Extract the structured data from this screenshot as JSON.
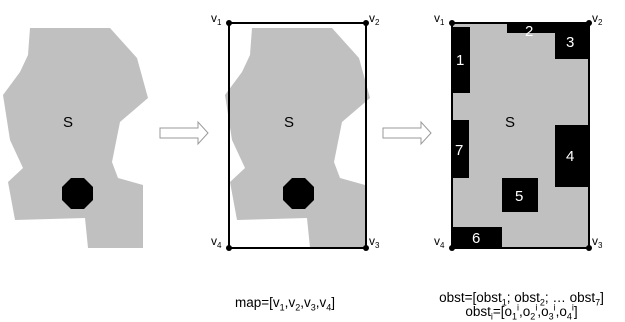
{
  "panels": {
    "left": {
      "region_label": "S"
    },
    "middle": {
      "region_label": "S",
      "vertices": {
        "v1": {
          "base": "v",
          "sub": "1"
        },
        "v2": {
          "base": "v",
          "sub": "2"
        },
        "v3": {
          "base": "v",
          "sub": "3"
        },
        "v4": {
          "base": "v",
          "sub": "4"
        }
      }
    },
    "right": {
      "region_label": "S",
      "vertices": {
        "v1": {
          "base": "v",
          "sub": "1"
        },
        "v2": {
          "base": "v",
          "sub": "2"
        },
        "v3": {
          "base": "v",
          "sub": "3"
        },
        "v4": {
          "base": "v",
          "sub": "4"
        }
      },
      "obstacles": [
        "1",
        "2",
        "3",
        "4",
        "5",
        "6",
        "7"
      ]
    }
  },
  "captions": {
    "map": {
      "prefix": "map=[",
      "items": [
        {
          "base": "v",
          "sub": "1",
          "sep": ","
        },
        {
          "base": "v",
          "sub": "2",
          "sep": ","
        },
        {
          "base": "v",
          "sub": "3",
          "sep": ","
        },
        {
          "base": "v",
          "sub": "4",
          "sep": ""
        }
      ],
      "suffix": "]"
    },
    "obst": {
      "line1": {
        "prefix": "obst=[",
        "a_base": "obst",
        "a_sub": "1",
        "a_sep": "; ",
        "b_base": "obst",
        "b_sub": "2",
        "b_sep": "; … ",
        "c_base": "obst",
        "c_sub": "7",
        "suffix": "]"
      },
      "line2": {
        "prefix_base": "obst",
        "prefix_sub": "i",
        "eq": "=[",
        "o1": "o",
        "o1_sub": "1",
        "o1_sup": "i",
        "o1_sep": ",",
        "o2": "o",
        "o2_sub": "2",
        "o2_sup": "i",
        "o2_sep": ",",
        "o3": "o",
        "o3_sub": "3",
        "o3_sup": "i",
        "o3_sep": ",",
        "o4": "o",
        "o4_sub": "4",
        "o4_sup": "i",
        "suffix": "]"
      }
    }
  },
  "colors": {
    "region_fill": "#c0c0c0",
    "obstacle_fill": "#000000",
    "background": "#ffffff",
    "arrow_stroke": "#999999"
  }
}
